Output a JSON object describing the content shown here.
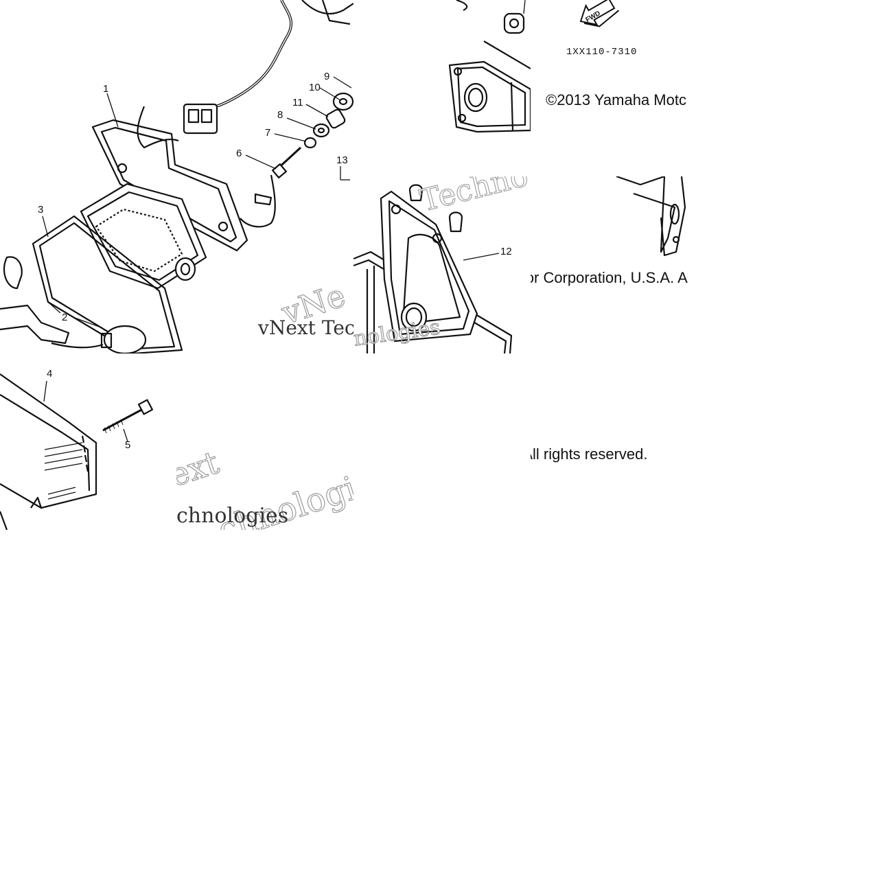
{
  "diagram": {
    "part_number": "1XX110-7310",
    "find_icon_label": "FWD",
    "copyright_line_1": "©2013 Yamaha Motc",
    "copyright_line_2": "ɔr Corporation, U.S.A. A",
    "copyright_line_3": "ʌll rights reserved.",
    "watermark_1": "vNext Tec",
    "watermark_2": "nologies",
    "watermark_3": "Techno",
    "watermark_4": "ext",
    "watermark_5": "chnologies",
    "watermark_6": "vNe",
    "callouts": [
      "1",
      "2",
      "3",
      "4",
      "5",
      "6",
      "7",
      "8",
      "9",
      "10",
      "11",
      "12",
      "13"
    ]
  }
}
